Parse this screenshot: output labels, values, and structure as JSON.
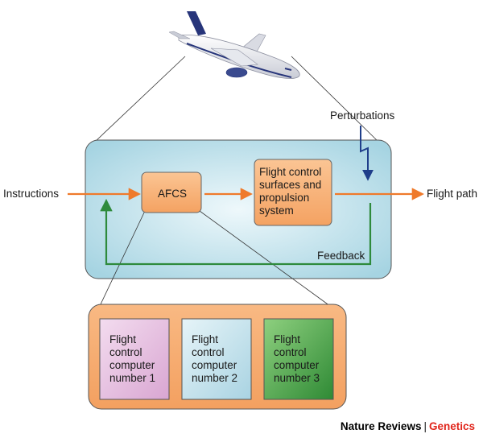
{
  "labels": {
    "instructions": "Instructions",
    "flight_path": "Flight path",
    "perturbations": "Perturbations",
    "feedback": "Feedback"
  },
  "nodes": {
    "afcs": "AFCS",
    "surfaces": [
      "Flight control",
      "surfaces and",
      "propulsion",
      "system"
    ]
  },
  "computers": [
    {
      "lines": [
        "Flight",
        "control",
        "computer",
        "number 1"
      ],
      "color": "#e6bfe0"
    },
    {
      "lines": [
        "Flight",
        "control",
        "computer",
        "number 2"
      ],
      "color": "#bfe0ea"
    },
    {
      "lines": [
        "Flight",
        "control",
        "computer",
        "number 3"
      ],
      "color": "#4fa047"
    }
  ],
  "colors": {
    "system_panel": "#a9d7e4",
    "node_fill": "#f7ae70",
    "arrow_orange": "#ef7a2b",
    "feedback_green": "#2e8a3c",
    "perturbation_blue": "#1f3e8a"
  },
  "footer": {
    "brand_a": "Nature Reviews",
    "separator": "|",
    "brand_b": "Genetics"
  }
}
